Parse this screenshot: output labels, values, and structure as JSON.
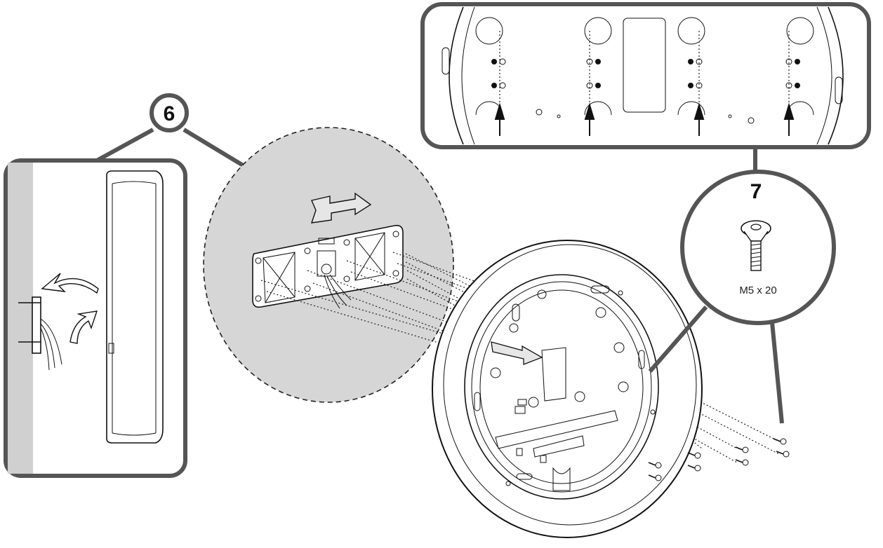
{
  "steps": {
    "step6": {
      "number": "6"
    },
    "step7": {
      "number": "7",
      "screw_size": "M5 x 20"
    }
  },
  "colors": {
    "frame": "#555555",
    "callout_fill": "#d6d6d6",
    "wall_strip": "#d0d0d0",
    "line": "#111111"
  },
  "icons": [
    "wall-bracket",
    "curved-arrow",
    "bolt-icon",
    "screw-icon",
    "arrow-up-icon",
    "direction-arrow"
  ]
}
